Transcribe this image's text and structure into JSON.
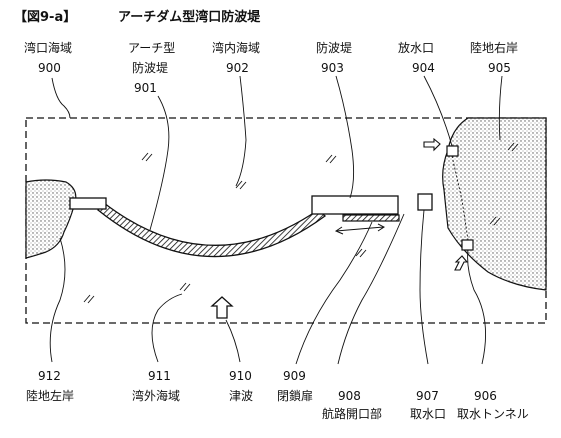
{
  "figure": {
    "id_label": "【図9-a】",
    "title": "アーチダム型湾口防波堤"
  },
  "top_labels": [
    {
      "key": "bay_mouth",
      "text": "湾口海域",
      "num": "900"
    },
    {
      "key": "arch",
      "text_line1": "アーチ型",
      "text_line2": "防波堤",
      "num": "901"
    },
    {
      "key": "inner_bay",
      "text": "湾内海域",
      "num": "902"
    },
    {
      "key": "breakwater",
      "text": "防波堤",
      "num": "903"
    },
    {
      "key": "outlet",
      "text": "放水口",
      "num": "904"
    },
    {
      "key": "right_land",
      "text": "陸地右岸",
      "num": "905"
    }
  ],
  "bottom_labels": [
    {
      "key": "left_land",
      "num": "912",
      "text": "陸地左岸"
    },
    {
      "key": "outer_bay",
      "num": "911",
      "text": "湾外海域"
    },
    {
      "key": "tsunami",
      "num": "910",
      "text": "津波"
    },
    {
      "key": "gate",
      "num": "909",
      "text": "閉鎖扉"
    },
    {
      "key": "channel",
      "num": "908",
      "text": "航路開口部"
    },
    {
      "key": "intake",
      "num": "907",
      "text": "取水口"
    },
    {
      "key": "tunnel",
      "num": "906",
      "text": "取水トンネル"
    }
  ]
}
